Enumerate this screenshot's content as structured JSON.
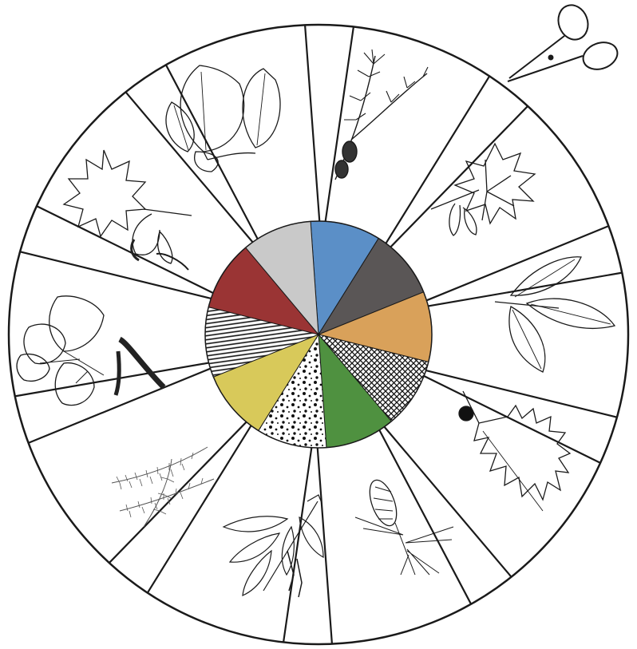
{
  "colors": {
    "outline": "#1a1a1a",
    "background": "#ffffff",
    "key_sectors": [
      "#5b8fc7",
      "#5a5656",
      "#d9a15a",
      "hatch-cross",
      "#4f9140",
      "dots",
      "#d8c95a",
      "hatch-lines",
      "#9a3434",
      "#c9c9c9"
    ]
  },
  "wheel": {
    "key_sector_count": 10,
    "card_count": 10
  },
  "illustrations": [
    {
      "name": "needle-cluster-with-cones",
      "icon": "larch-branch-icon"
    },
    {
      "name": "lobed-leaf-with-samaras",
      "icon": "maple-leaf-icon"
    },
    {
      "name": "serrated-compound-leaf",
      "icon": "ash-leaf-icon"
    },
    {
      "name": "oak-leaf-with-acorn",
      "icon": "oak-leaf-icon"
    },
    {
      "name": "pine-needles-with-cone",
      "icon": "pine-branch-icon"
    },
    {
      "name": "compound-leaf-with-seeds",
      "icon": "locust-leaf-icon"
    },
    {
      "name": "feathery-conifer-branch",
      "icon": "hemlock-branch-icon"
    },
    {
      "name": "round-leaves-with-catkins",
      "icon": "aspen-leaf-icon"
    },
    {
      "name": "maple-leaf-with-seeds",
      "icon": "sugar-maple-leaf-icon"
    },
    {
      "name": "toothed-oval-leaves",
      "icon": "birch-leaf-icon"
    }
  ],
  "tool": {
    "icon": "scissors-icon"
  }
}
